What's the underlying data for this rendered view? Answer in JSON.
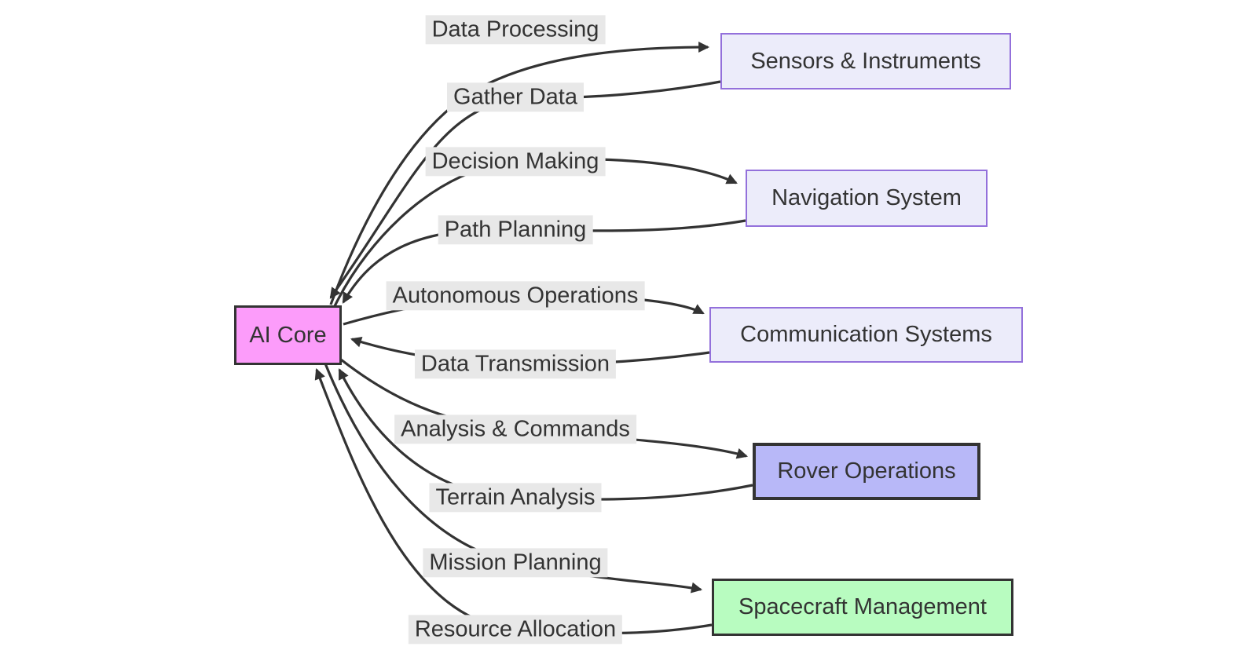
{
  "diagram": {
    "type": "flowchart-left-right",
    "nodes": [
      {
        "id": "ai_core",
        "label": "AI Core",
        "fill": "#fc9cfa",
        "border": "#333333"
      },
      {
        "id": "sensors",
        "label": "Sensors & Instruments",
        "fill": "#ececfa",
        "border": "#9370db"
      },
      {
        "id": "navigation",
        "label": "Navigation System",
        "fill": "#ececfa",
        "border": "#9370db"
      },
      {
        "id": "communication",
        "label": "Communication Systems",
        "fill": "#ececfa",
        "border": "#9370db"
      },
      {
        "id": "rover",
        "label": "Rover Operations",
        "fill": "#b8b8f8",
        "border": "#333333"
      },
      {
        "id": "spacecraft",
        "label": "Spacecraft Management",
        "fill": "#b8fcc0",
        "border": "#333333"
      }
    ],
    "edges": [
      {
        "from": "ai_core",
        "to": "sensors",
        "label": "Data Processing"
      },
      {
        "from": "sensors",
        "to": "ai_core",
        "label": "Gather Data"
      },
      {
        "from": "ai_core",
        "to": "navigation",
        "label": "Decision Making"
      },
      {
        "from": "navigation",
        "to": "ai_core",
        "label": "Path Planning"
      },
      {
        "from": "ai_core",
        "to": "communication",
        "label": "Autonomous Operations"
      },
      {
        "from": "communication",
        "to": "ai_core",
        "label": "Data Transmission"
      },
      {
        "from": "ai_core",
        "to": "rover",
        "label": "Analysis & Commands"
      },
      {
        "from": "rover",
        "to": "ai_core",
        "label": "Terrain Analysis"
      },
      {
        "from": "ai_core",
        "to": "spacecraft",
        "label": "Mission Planning"
      },
      {
        "from": "spacecraft",
        "to": "ai_core",
        "label": "Resource Allocation"
      }
    ],
    "colors": {
      "edge_stroke": "#333333",
      "edge_label_bg": "#e8e8e8",
      "text": "#333333",
      "background": "#ffffff"
    }
  }
}
